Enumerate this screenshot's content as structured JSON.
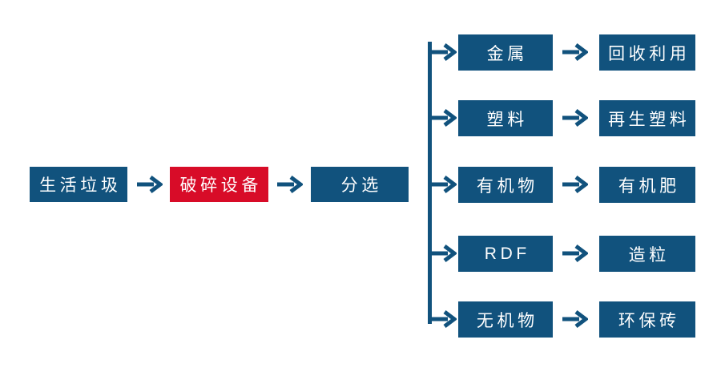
{
  "palette": {
    "blue": "#11527D",
    "red": "#D80C28",
    "text": "#FFFFFF",
    "background": "#FFFFFF"
  },
  "flow": {
    "main": [
      {
        "label": "生活垃圾",
        "color": "blue"
      },
      {
        "label": "破碎设备",
        "color": "red"
      },
      {
        "label": "分选",
        "color": "blue"
      }
    ],
    "branches": [
      {
        "source": "金属",
        "target": "回收利用"
      },
      {
        "source": "塑料",
        "target": "再生塑料"
      },
      {
        "source": "有机物",
        "target": "有机肥"
      },
      {
        "source": "RDF",
        "target": "造粒"
      },
      {
        "source": "无机物",
        "target": "环保砖"
      }
    ]
  }
}
